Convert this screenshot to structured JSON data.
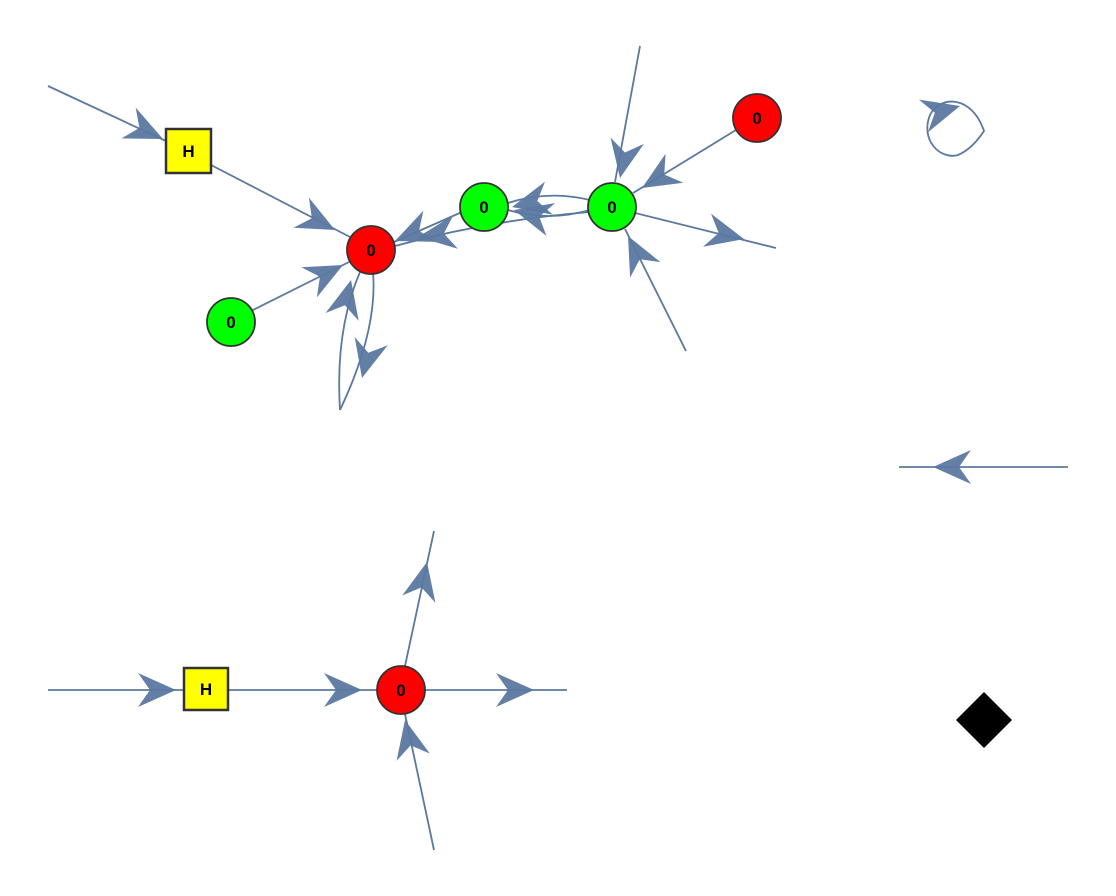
{
  "diagram": {
    "colors": {
      "edge": "#5b78a0",
      "red_spider": "#ff0000",
      "green_spider": "#00ff00",
      "hadamard": "#ffff00",
      "node_border": "#333333",
      "scalar": "#000000"
    },
    "nodes": {
      "h_top": {
        "label": "H",
        "kind": "hadamard"
      },
      "red_top": {
        "label": "0",
        "kind": "red-spider"
      },
      "green_left": {
        "label": "0",
        "kind": "green-spider"
      },
      "green_mid": {
        "label": "0",
        "kind": "green-spider"
      },
      "green_right": {
        "label": "0",
        "kind": "green-spider"
      },
      "red_topright": {
        "label": "0",
        "kind": "red-spider"
      },
      "h_bottom": {
        "label": "H",
        "kind": "hadamard"
      },
      "red_bottom": {
        "label": "0",
        "kind": "red-spider"
      },
      "scalar": {
        "label": "",
        "kind": "scalar-diamond"
      }
    }
  }
}
